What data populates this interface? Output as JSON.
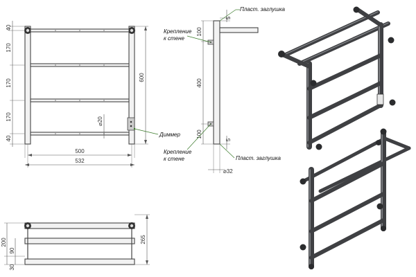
{
  "front_view": {
    "dims": {
      "top": "40",
      "gap1": "170",
      "gap2": "170",
      "gap3": "170",
      "bottom": "40",
      "height": "600",
      "inner_width": "500",
      "outer_width": "532",
      "tube_dia": "⌀20"
    },
    "dimmer_label": "Диммер"
  },
  "side_view": {
    "dims": {
      "top_cap": "5",
      "top_mount": "100",
      "mid": "400",
      "bottom_mount": "100",
      "bottom_cap": "5",
      "tube_dia": "⌀32"
    },
    "cap_top_label": "Пласт. заглушка",
    "cap_bottom_label": "Пласт. заглушка",
    "mount_top_label_1": "Крепление",
    "mount_top_label_2": "к стене",
    "mount_bottom_label_1": "Крепление",
    "mount_bottom_label_2": "к стене"
  },
  "top_view": {
    "dims": {
      "d200": "200",
      "d90": "90",
      "d30": "30",
      "d265": "265"
    }
  },
  "colors": {
    "leader_green": "#3a7a2a",
    "metal_dark": "#3f4043",
    "metal_light": "#8a8c90"
  }
}
